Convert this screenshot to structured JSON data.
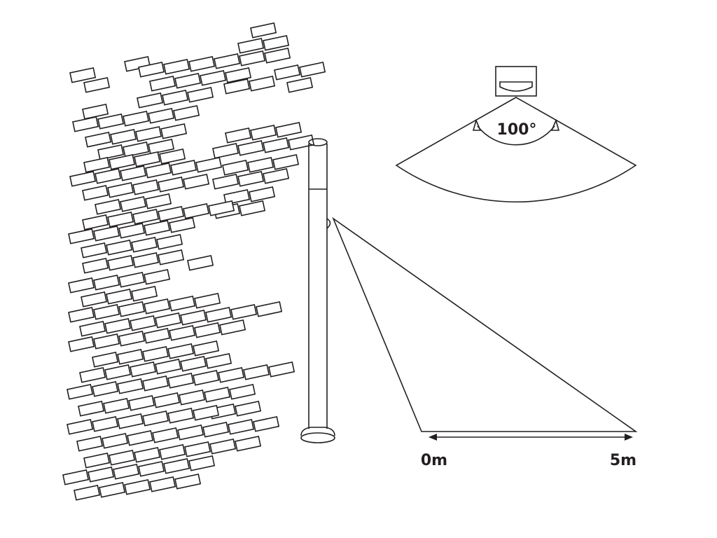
{
  "detection": {
    "angle_label": "100°",
    "angle_degrees": 100
  },
  "distance": {
    "start_label": "0m",
    "end_label": "5m"
  },
  "colors": {
    "line": "#231f20",
    "background": "#ffffff"
  }
}
